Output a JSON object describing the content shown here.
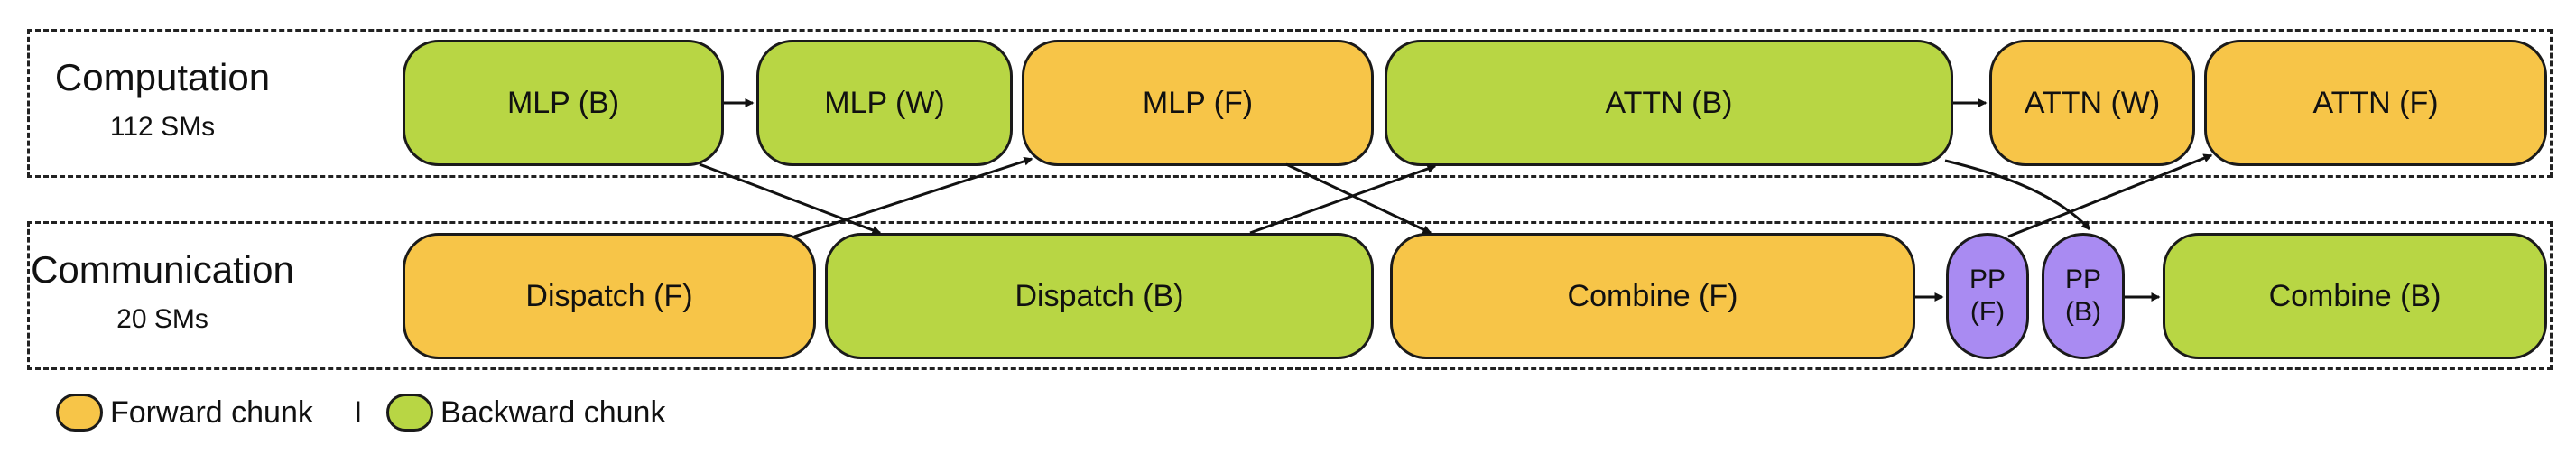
{
  "rows": {
    "computation": {
      "title": "Computation",
      "sub": "112 SMs"
    },
    "communication": {
      "title": "Communication",
      "sub": "20 SMs"
    }
  },
  "computation_blocks": [
    {
      "label": "MLP (B)",
      "kind": "backward"
    },
    {
      "label": "MLP (W)",
      "kind": "backward"
    },
    {
      "label": "MLP (F)",
      "kind": "forward"
    },
    {
      "label": "ATTN (B)",
      "kind": "backward"
    },
    {
      "label": "ATTN (W)",
      "kind": "forward"
    },
    {
      "label": "ATTN (F)",
      "kind": "forward"
    }
  ],
  "communication_blocks": [
    {
      "label": "Dispatch (F)",
      "kind": "forward"
    },
    {
      "label": "Dispatch (B)",
      "kind": "backward"
    },
    {
      "label": "Combine (F)",
      "kind": "forward"
    },
    {
      "label": "PP\n(F)",
      "kind": "pp"
    },
    {
      "label": "PP\n(B)",
      "kind": "pp"
    },
    {
      "label": "Combine (B)",
      "kind": "backward"
    }
  ],
  "legend": {
    "forward": "Forward chunk",
    "separator": "I",
    "backward": "Backward chunk"
  },
  "colors": {
    "forward": "#F7C548",
    "backward": "#B8D644",
    "pp": "#A98BF2",
    "outline": "#1a1a1a"
  }
}
